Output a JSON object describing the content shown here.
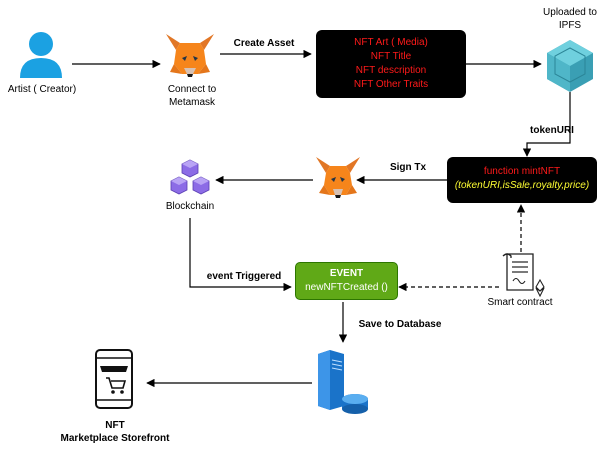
{
  "nodes": {
    "artist": {
      "label": "Artist ( Creator)"
    },
    "metamask_connect": {
      "label_line1": "Connect to",
      "label_line2": "Metamask"
    },
    "nft_details": {
      "lines": [
        "NFT Art ( Media)",
        "NFT Title",
        "NFT description",
        "NFT Other Traits"
      ]
    },
    "ipfs": {
      "label_line1": "Uploaded to",
      "label_line2": "IPFS"
    },
    "mint_function": {
      "title": "function mintNFT",
      "params": "(tokenURI,isSale,royalty,price)"
    },
    "blockchain": {
      "label": "Blockchain"
    },
    "event": {
      "title": "EVENT",
      "name": "newNFTCreated ()"
    },
    "smart_contract": {
      "label": "Smart contract"
    },
    "storefront": {
      "label_line1": "NFT",
      "label_line2": "Marketplace Storefront"
    }
  },
  "edges": {
    "create_asset": "Create Asset",
    "token_uri": "tokenURI",
    "sign_tx": "Sign Tx",
    "event_triggered": "event Triggered",
    "save_db": "Save to Database"
  },
  "colors": {
    "dark_box": "#000000",
    "red_text": "#ff1a1a",
    "yellow_text": "#ffff33",
    "event_green": "#60a917",
    "ipfs_teal": "#4fb6c8",
    "blockchain_purple": "#8c6ce6",
    "person_blue": "#1ba1e2",
    "db_blue": "#1a73c9"
  },
  "icons": [
    "person-icon",
    "metamask-fox-icon",
    "ipfs-cube-icon",
    "blockchain-icon",
    "smart-contract-icon",
    "database-server-icon",
    "storefront-icon"
  ]
}
